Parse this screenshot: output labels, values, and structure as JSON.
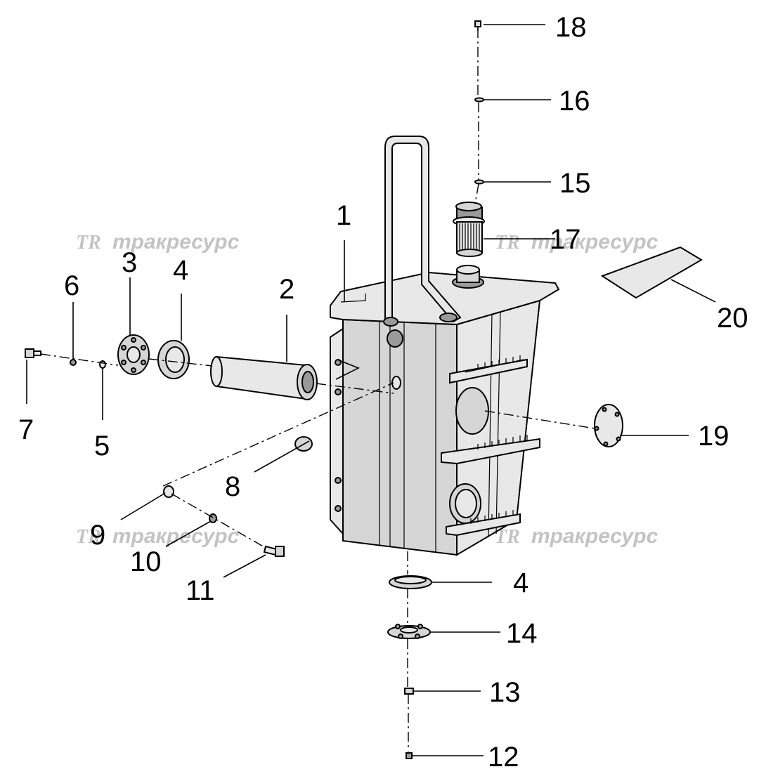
{
  "watermark": {
    "logo": "TR",
    "text": "тракресурс"
  },
  "callouts": {
    "n1": "1",
    "n2": "2",
    "n3": "3",
    "n4a": "4",
    "n4b": "4",
    "n5": "5",
    "n6": "6",
    "n7": "7",
    "n8": "8",
    "n9": "9",
    "n10": "10",
    "n11": "11",
    "n12": "12",
    "n13": "13",
    "n14": "14",
    "n15": "15",
    "n16": "16",
    "n17": "17",
    "n18": "18",
    "n19": "19",
    "n20": "20"
  }
}
